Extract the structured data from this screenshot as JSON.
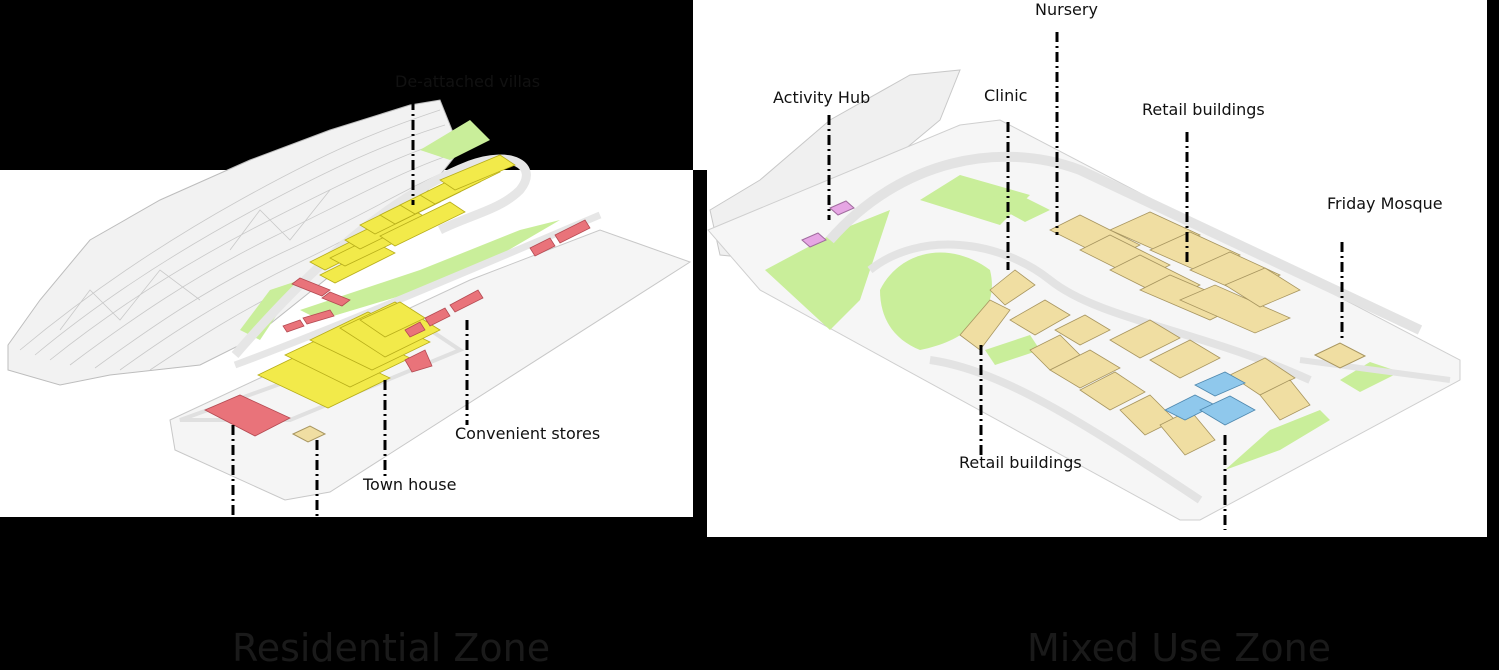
{
  "left_panel": {
    "labels": {
      "villas": "De-attached villas",
      "stores": "Convenient stores",
      "townhouse": "Town house"
    },
    "zone_title": "Residential Zone"
  },
  "right_panel": {
    "labels": {
      "nursery": "Nursery",
      "activity_hub": "Activity Hub",
      "clinic": "Clinic",
      "retail_top": "Retail buildings",
      "mosque": "Friday Mosque",
      "retail_bottom": "Retail buildings"
    },
    "zone_title": "Mixed Use Zone"
  },
  "colors": {
    "background": "#000000",
    "villa": "#f2ea4a",
    "store": "#e9737a",
    "retail": "#f0dea2",
    "hub": "#e6a6e4",
    "clinic": "#8fc8ec",
    "green": "#c9ee9a",
    "road": "#efefef"
  }
}
